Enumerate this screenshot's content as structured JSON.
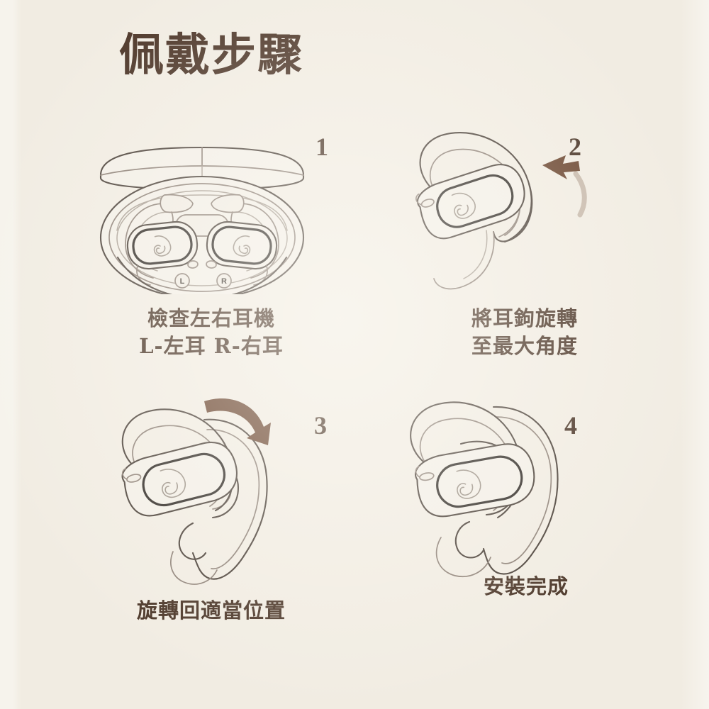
{
  "page": {
    "title": "佩戴步驟",
    "background_color": "#efeae0",
    "ink_color": "#4a3527",
    "arrow_color": "#6b4630"
  },
  "steps": [
    {
      "number": "1",
      "figure": "charging-case-open-with-earbuds",
      "caption_line1": "檢查左右耳機",
      "caption_line2": "L-左耳 R-右耳",
      "labels": {
        "left": "L",
        "right": "R"
      },
      "arrow": "none"
    },
    {
      "number": "2",
      "figure": "earbud-with-earhook-rotating",
      "caption_line1": "將耳鉤旋轉",
      "caption_line2": "至最大角度",
      "arrow": "curved-arrow-left"
    },
    {
      "number": "3",
      "figure": "earbud-on-ear-rotating-back",
      "caption_line1": "旋轉回適當位置",
      "caption_line2": "",
      "arrow": "curved-arrow-clockwise"
    },
    {
      "number": "4",
      "figure": "earbud-seated-on-ear-complete",
      "caption_line1": "安裝完成",
      "caption_line2": "",
      "arrow": "none"
    }
  ]
}
